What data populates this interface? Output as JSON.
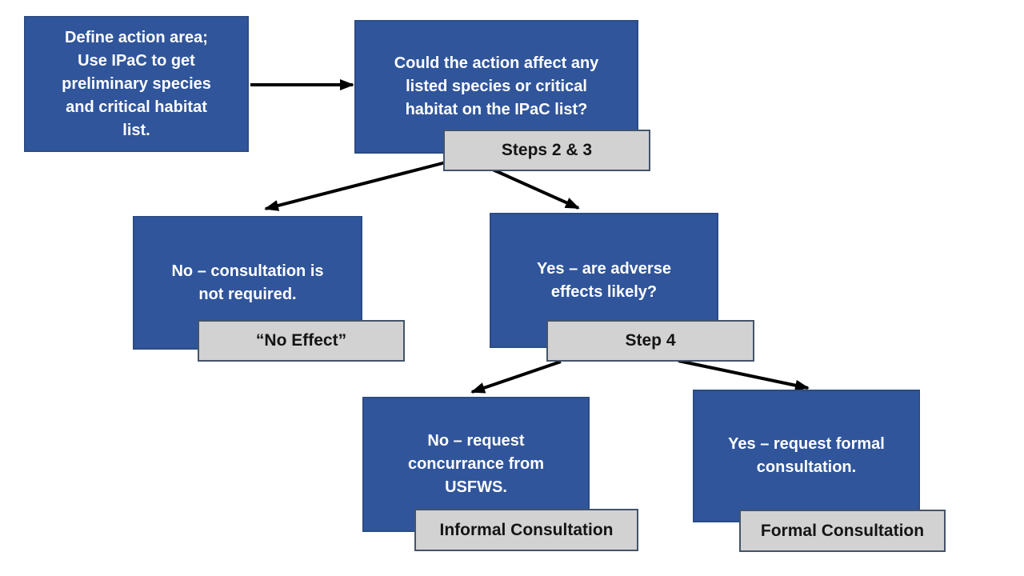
{
  "colors": {
    "background": "#FFFFFF",
    "node_fill": "#30559B",
    "node_border": "#2B4C85",
    "node_text": "#FFFFFF",
    "label_fill": "#D2D2D2",
    "label_border": "#44546A",
    "label_text": "#141414",
    "arrow": "#000000"
  },
  "nodes": {
    "define": {
      "text": "Define action area;\nUse IPaC to get\npreliminary species\nand critical habitat\nlist."
    },
    "could_affect": {
      "text": "Could the action affect any\nlisted species or critical\nhabitat on the IPaC list?"
    },
    "no_consultation": {
      "text": "No – consultation is\nnot required."
    },
    "yes_adverse": {
      "text": "Yes – are adverse\neffects likely?"
    },
    "no_concurrance": {
      "text": "No – request\nconcurrance from\nUSFWS."
    },
    "yes_formal": {
      "text": "Yes – request formal\nconsultation."
    }
  },
  "labels": {
    "steps_2_3": {
      "text": "Steps 2 & 3"
    },
    "no_effect": {
      "text": "“No Effect”"
    },
    "step_4": {
      "text": "Step 4"
    },
    "informal": {
      "text": "Informal Consultation"
    },
    "formal": {
      "text": "Formal Consultation"
    }
  }
}
